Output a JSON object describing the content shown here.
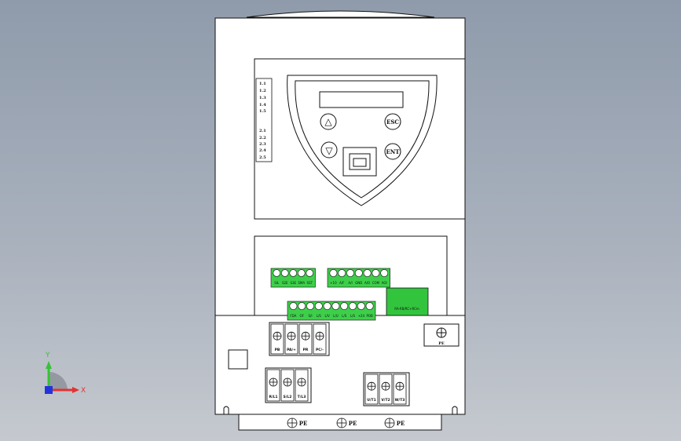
{
  "indicator_labels": [
    "1.1",
    "1.2",
    "1.3",
    "1.4",
    "1.5",
    "2.1",
    "2.2",
    "2.3",
    "2.4",
    "2.5"
  ],
  "keypad": {
    "up": "△",
    "down": "▽",
    "esc": "ESC",
    "ent": "ENT"
  },
  "control_terminals": {
    "block_a": [
      "SIL",
      "S2E",
      "S3E",
      "SMA",
      "SST"
    ],
    "block_b": [
      "+10",
      "A/F",
      "A/I",
      "GND",
      "A/O",
      "COM",
      "AOI"
    ],
    "block_c": [
      "FDA",
      "OF",
      "S/I",
      "L/S",
      "L/V",
      "L/U",
      "L/S",
      "L/S",
      "+24",
      "POB"
    ],
    "relay": "RA-RB/RC+RCm"
  },
  "power_terminals": {
    "dc": [
      "PB",
      "PA/+",
      "PR",
      "PC/-"
    ],
    "input": [
      "R/L1",
      "S/L2",
      "T/L3"
    ],
    "output": [
      "U/T1",
      "V/T2",
      "W/T3"
    ],
    "ground_top": "PE",
    "ground_bottom": [
      "PE",
      "PE",
      "PE"
    ]
  },
  "axes": {
    "y": "Y",
    "x": "X"
  },
  "colors": {
    "terminal_green": "#3ecf4a",
    "relay_green": "#33c43e",
    "axis_y": "#36c236",
    "axis_x": "#e33232",
    "axis_z": "#2233dd"
  }
}
